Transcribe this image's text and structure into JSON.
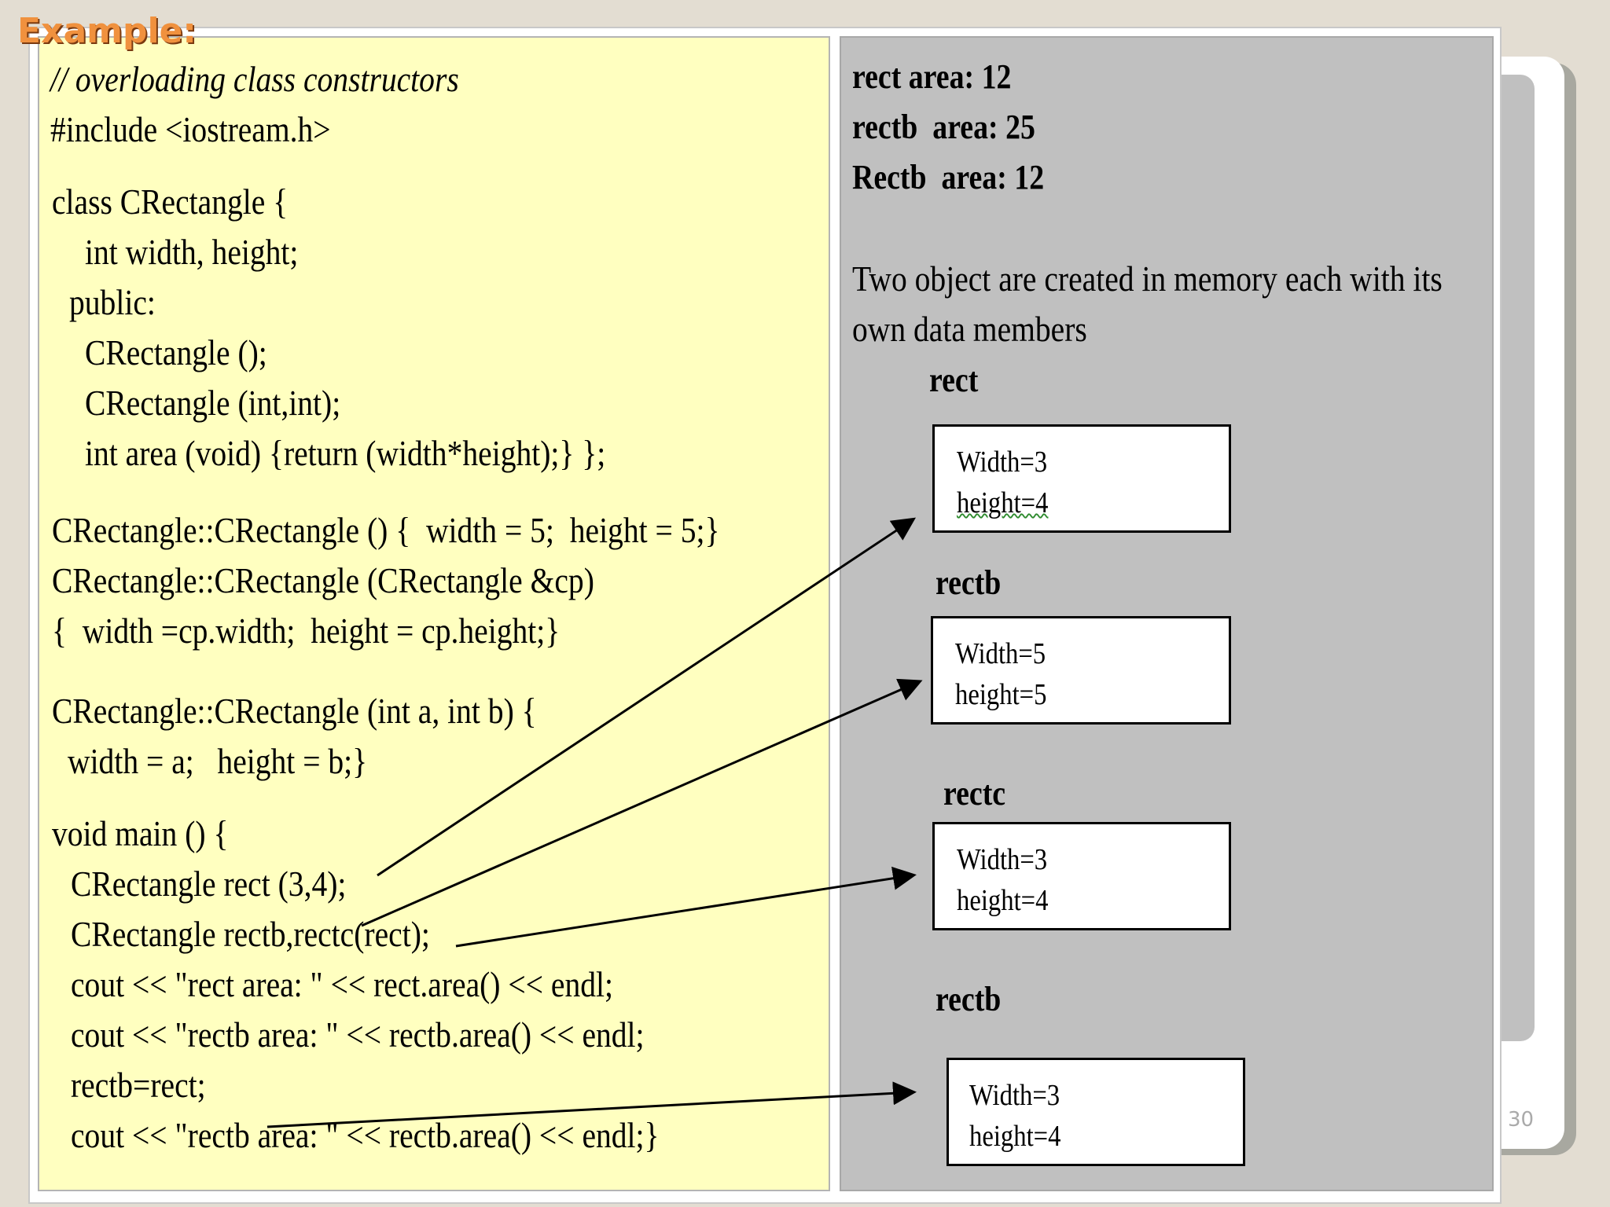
{
  "slide": {
    "heading": "Example:",
    "page_number": "30"
  },
  "code": {
    "lines": [
      "// overloading class constructors",
      "#include <iostream.h>",
      "class CRectangle {",
      "int width, height;",
      "public:",
      "CRectangle ();",
      "CRectangle (int,int);",
      "int area (void) {return (width*height);} };",
      "CRectangle::CRectangle () {  width = 5;  height = 5;}",
      "CRectangle::CRectangle (CRectangle &cp)",
      "{  width =cp.width;  height = cp.height;}",
      "CRectangle::CRectangle (int a, int b) {",
      "width = a;   height = b;}",
      "void main () {",
      "CRectangle rect (3,4);",
      "CRectangle rectb,rectc(rect);",
      "cout << \"rect area: \" << rect.area() << endl;",
      "cout << \"rectb area: \" << rectb.area() << endl;",
      "rectb=rect;",
      "cout << \"rectb area: \" << rectb.area() << endl;}"
    ]
  },
  "output": {
    "lines": [
      "rect area: 12",
      "rectb  area: 25",
      "Rectb  area: 12"
    ],
    "note_line_1": "Two object are created in memory each with its",
    "note_line_2": "own data members"
  },
  "objects": [
    {
      "label": "rect",
      "width_text": "Width=3",
      "height_text": "height=4"
    },
    {
      "label": "rectb",
      "width_text": "Width=5",
      "height_text": "height=5"
    },
    {
      "label": "rectc",
      "width_text": "Width=3",
      "height_text": "height=4"
    },
    {
      "label": "rectb",
      "width_text": "Width=3",
      "height_text": "height=4"
    }
  ],
  "colors": {
    "code_background": "#ffffc0",
    "output_background": "#c0c0c0",
    "heading": "#f0913e"
  }
}
